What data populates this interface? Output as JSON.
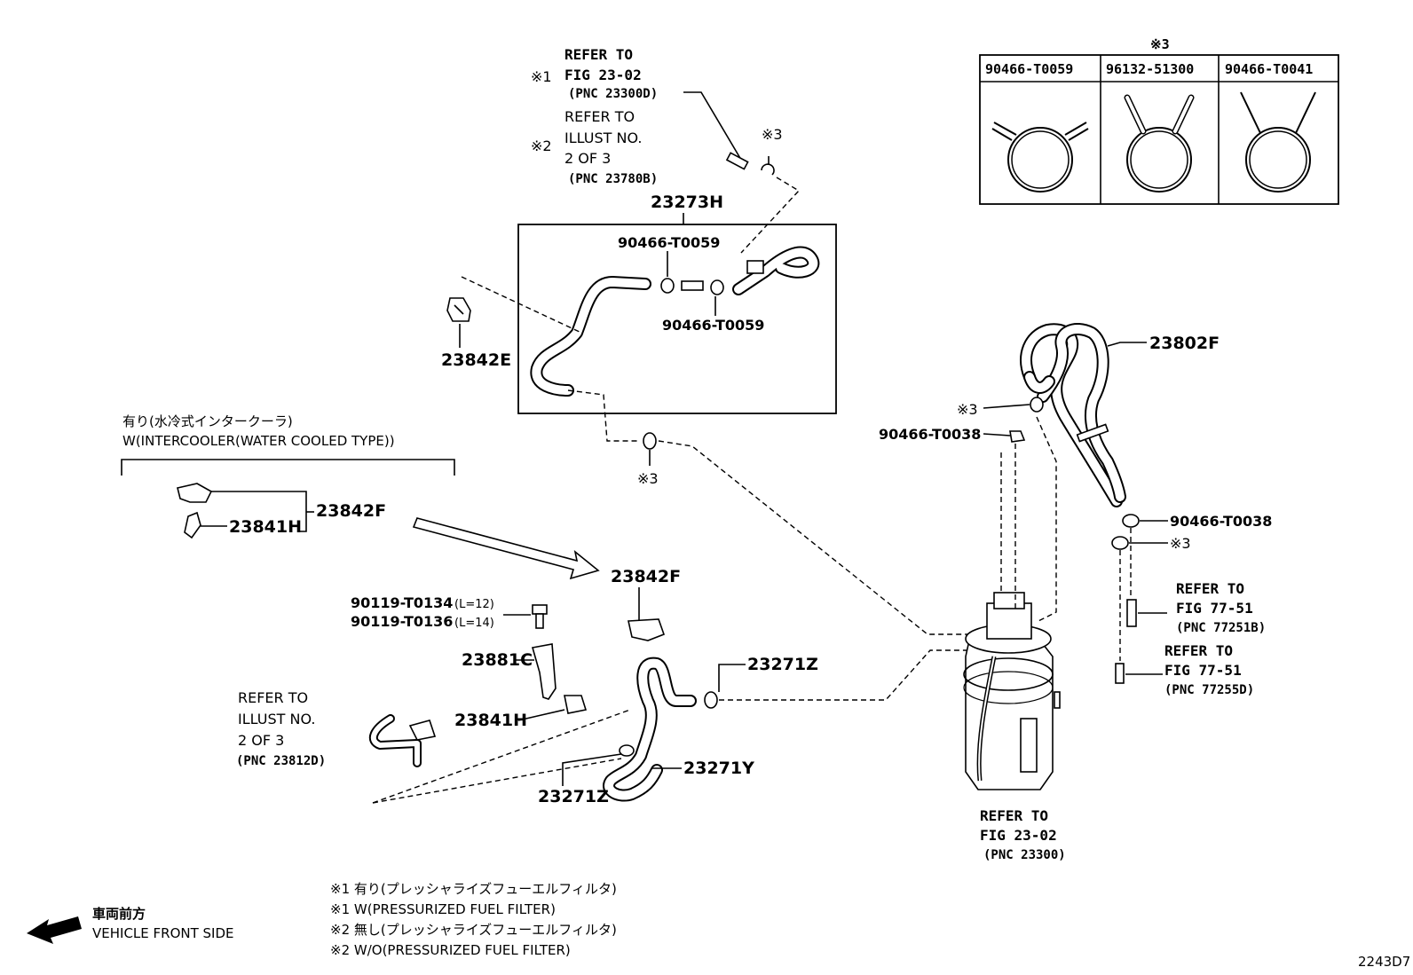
{
  "part_numbers": {
    "hose_assy": "23273H",
    "bracket_e": "23842E",
    "bracket_f_upper": "23842F",
    "clip_h_upper": "23841H",
    "bracket_f_lower": "23842F",
    "bolt_1": "90119-T0134",
    "bolt_1_len": "(L=12)",
    "bolt_2": "90119-T0136",
    "bolt_2_len": "(L=14)",
    "stay_c": "23881C",
    "clip_h_lower": "23841H",
    "hose_z_upper": "23271Z",
    "hose_y": "23271Y",
    "hose_z_lower": "23271Z",
    "hose_f": "23802F",
    "clamp_1": "90466-T0059",
    "clamp_2": "90466-T0059",
    "clamp_3": "90466-T0038",
    "clamp_4": "90466-T0038"
  },
  "marks": {
    "m3_a": "※3",
    "m3_b": "※3",
    "m3_c": "※3",
    "m3_d": "※3",
    "m1": "※1",
    "m2": "※2"
  },
  "references": {
    "top_refer": "REFER TO",
    "top_fig": "FIG 23-02",
    "top_pnc": "(PNC 23300D)",
    "top_refer2": "REFER TO",
    "top_illust": "ILLUST NO.",
    "top_of": "2 OF 3",
    "top_pnc2": "(PNC 23780B)",
    "left_refer": "REFER TO",
    "left_illust": "ILLUST NO.",
    "left_of": "2 OF 3",
    "left_pnc": "(PNC 23812D)",
    "filter_refer": "REFER TO",
    "filter_fig": "FIG 23-02",
    "filter_pnc": "(PNC 23300)",
    "r1_refer": "REFER TO",
    "r1_fig": "FIG 77-51",
    "r1_pnc": "(PNC 77251B)",
    "r2_refer": "REFER TO",
    "r2_fig": "FIG 77-51",
    "r2_pnc": "(PNC 77255D)"
  },
  "intercooler": {
    "jp": "有り(水冷式インタークーラ)",
    "en": "W(INTERCOOLER(WATER COOLED TYPE))"
  },
  "clamp_table": {
    "title": "※3",
    "headers": [
      "90466-T0059",
      "96132-51300",
      "90466-T0041"
    ]
  },
  "notes": [
    "※1 有り(プレッシャライズフューエルフィルタ)",
    "※1 W(PRESSURIZED FUEL FILTER)",
    "※2 無し(プレッシャライズフューエルフィルタ)",
    "※2 W/O(PRESSURIZED FUEL FILTER)"
  ],
  "front": {
    "jp": "車両前方",
    "en": "VEHICLE FRONT SIDE"
  },
  "illustration_id": "2243D7"
}
